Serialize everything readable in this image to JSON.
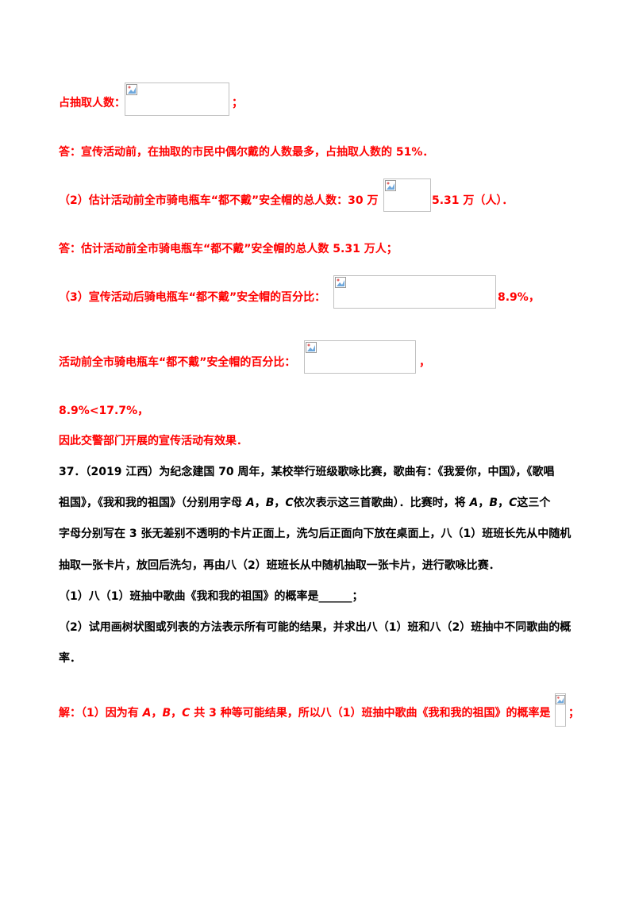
{
  "colors": {
    "answer": "#ff0000",
    "question": "#000000"
  },
  "image_placeholder_icon": "broken-image-icon",
  "lines": {
    "l1_text": "占抽取人数：",
    "l1_tail": "；",
    "l2": "答：宣传活动前，在抽取的市民中偶尔戴的人数最多，占抽取人数的 51%．",
    "l3_text": "（2）估计活动前全市骑电瓶车“都不戴”安全帽的总人数：30 万",
    "l3_tail": "5.31 万（人）．",
    "l4": "答：估计活动前全市骑电瓶车“都不戴”安全帽的总人数 5.31 万人；",
    "l5_text": "（3）宣传活动后骑电瓶车“都不戴”安全帽的百分比：",
    "l5_tail": "8.9%，",
    "l6_text": "活动前全市骑电瓶车“都不戴”安全帽的百分比：",
    "l6_tail": "，",
    "l7": "8.9%<17.7%，",
    "l8": "因此交警部门开展的宣传活动有效果．",
    "q1": "37．（2019 江西）为纪念建国 70 周年，某校举行班级歌咏比赛，歌曲有：《我爱你，中国》，《歌唱",
    "q2_a": "祖国》，《我和我的祖国》（分别用字母 ",
    "q2_A": "A",
    "q2_sep1": "，",
    "q2_B": "B",
    "q2_sep2": "，",
    "q2_C": "C",
    "q2_b": "依次表示这三首歌曲）．比赛时，将 ",
    "q2_A2": "A",
    "q2_sep3": "，",
    "q2_B2": "B",
    "q2_sep4": "，",
    "q2_C2": "C",
    "q2_c": "这三个",
    "q3": "字母分别写在 3 张无差别不透明的卡片正面上，洗匀后正面向下放在桌面上，八（1）班班长先从中随机",
    "q4": "抽取一张卡片，放回后洗匀，再由八（2）班班长从中随机抽取一张卡片，进行歌咏比赛．",
    "q5": "（1）八（1）班抽中歌曲《我和我的祖国》的概率是______；",
    "q6": "（2）试用画树状图或列表的方法表示所有可能的结果，并求出八（1）班和八（2）班抽中不同歌曲的概",
    "q7": "率．",
    "s1_a": "解：（1）因为有 ",
    "s1_A": "A",
    "s1_sep1": "，",
    "s1_B": "B",
    "s1_sep2": "，",
    "s1_C": "C",
    "s1_b": " 共 3 种等可能结果，所以八（1）班抽中歌曲《我和我的祖国》的概率是",
    "s1_tail": "；"
  }
}
